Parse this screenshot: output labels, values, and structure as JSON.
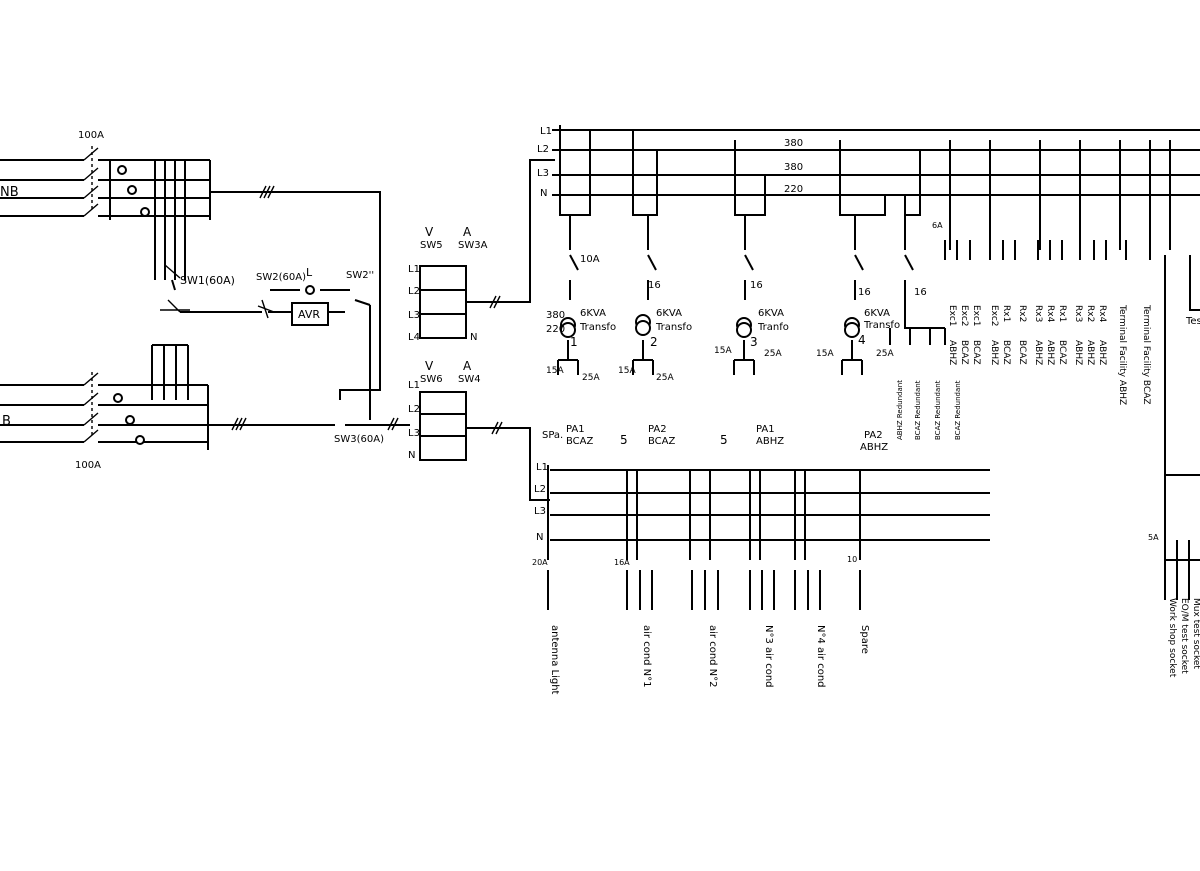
{
  "source_a": {
    "label": "NB",
    "breaker": "100A"
  },
  "source_b": {
    "label": "B",
    "breaker": "100A"
  },
  "switches": {
    "sw1": "SW1(60A)",
    "sw2": "SW2(60A)",
    "lamp": "L",
    "sw2b": "SW2''",
    "sw3": "SW3(60A)",
    "avr": "AVR"
  },
  "meters": [
    {
      "v": "V",
      "a": "A",
      "vsw": "SW5",
      "asw": "SW3A",
      "rows": [
        "L1",
        "L2",
        "L3",
        "L4"
      ],
      "n": "N"
    },
    {
      "v": "V",
      "a": "A",
      "vsw": "SW6",
      "asw": "SW4",
      "rows": [
        "L1",
        "L2",
        "L3"
      ],
      "n": "N"
    }
  ],
  "upper_bus": {
    "lines": [
      "L1",
      "L2",
      "L3",
      "N"
    ],
    "voltages": [
      "380",
      "380",
      "220"
    ]
  },
  "transformers": [
    {
      "breaker": "10A",
      "rating": "6KVA",
      "type": "Transfo",
      "num": "1",
      "volts": [
        "380",
        "220"
      ],
      "left": "15A",
      "right": "25A",
      "out": [
        "SPa.",
        "PA1",
        "BCAZ"
      ]
    },
    {
      "breaker": "16",
      "rating": "6KVA",
      "type": "Transfo",
      "num": "2",
      "left": "15A",
      "right": "25A",
      "out": [
        "5",
        "PA2",
        "BCAZ"
      ]
    },
    {
      "breaker": "16",
      "rating": "6KVA",
      "type": "Tranfo",
      "num": "3",
      "left": "15A",
      "right": "25A",
      "out": [
        "5",
        "PA1",
        "ABHZ"
      ]
    },
    {
      "breaker": "16",
      "rating": "6KVA",
      "type": "Transfo",
      "num": "4",
      "left": "15A",
      "right": "25A",
      "out": [
        "PA2",
        "ABHZ"
      ]
    }
  ],
  "extra_breaker": "16",
  "vertical_feeds": [
    "ABHZ Redundant",
    "BCAZ Redundant",
    "BCAZ Redundant",
    "BCAZ Redundant"
  ],
  "breaker_6a": "6A",
  "breaker_5a": "5A",
  "rx_labels": [
    [
      "Exc1",
      "ABHZ"
    ],
    [
      "Exc2",
      "BCAZ"
    ],
    [
      "Exc1",
      "BCAZ"
    ],
    [
      "Exc2",
      "ABHZ"
    ],
    [
      "Rx1",
      "BCAZ"
    ],
    [
      "Rx2",
      "BCAZ"
    ],
    [
      "Rx3",
      "ABHZ"
    ],
    [
      "Rx4",
      "ABHZ"
    ],
    [
      "Rx1",
      "BCAZ"
    ],
    [
      "Rx3",
      "ABHZ"
    ],
    [
      "Rx2",
      "ABHZ"
    ],
    [
      "Rx4",
      "ABHZ"
    ]
  ],
  "terminal_labels": [
    "Terminal Facility ABHZ",
    "Terminal Facility BCAZ"
  ],
  "right_edge_label": "Tes",
  "lower_bus": {
    "lines": [
      "L1",
      "L2",
      "L3",
      "N"
    ]
  },
  "lower_breakers": {
    "b20": "20A",
    "b10": "10",
    "b16": "16A"
  },
  "lower_loads": [
    {
      "text": "antenna Light"
    },
    {
      "text": "air cond N°1"
    },
    {
      "text": "air cond N°2"
    },
    {
      "text": "N°3 air cond"
    },
    {
      "text": "N°4 air cond"
    },
    {
      "text": "Spare"
    }
  ],
  "sockets": [
    "Work shop socket",
    "EO/M test socket",
    "Mux test socket"
  ]
}
